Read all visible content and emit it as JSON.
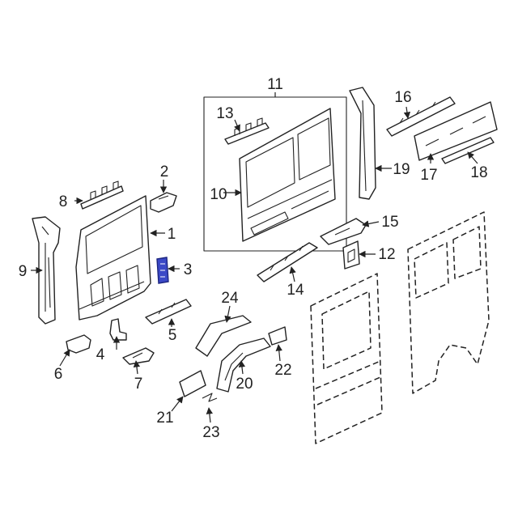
{
  "colors": {
    "line": "#222222",
    "highlight": "#3b49c7",
    "background": "#ffffff"
  },
  "callouts": {
    "c1": "1",
    "c2": "2",
    "c3": "3",
    "c4": "4",
    "c5": "5",
    "c6": "6",
    "c7": "7",
    "c8": "8",
    "c9": "9",
    "c10": "10",
    "c11": "11",
    "c12": "12",
    "c13": "13",
    "c14": "14",
    "c15": "15",
    "c16": "16",
    "c17": "17",
    "c18": "18",
    "c19": "19",
    "c20": "20",
    "c21": "21",
    "c22": "22",
    "c23": "23",
    "c24": "24"
  },
  "highlighted_part": "3"
}
